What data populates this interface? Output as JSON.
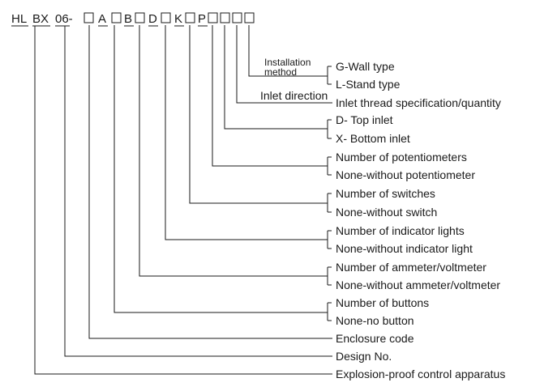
{
  "code": {
    "hl": "HL",
    "bx": "BX",
    "num": "06-",
    "a": "A",
    "b": "B",
    "d": "D",
    "k": "K",
    "p": "P"
  },
  "labels": {
    "installation_line1": "Installation",
    "installation_line2": "method",
    "wall_type": "G-Wall type",
    "stand_type": "L-Stand type",
    "inlet_direction": "Inlet direction",
    "inlet_thread": "Inlet thread specification/quantity",
    "top_inlet": "D- Top inlet",
    "bottom_inlet": "X- Bottom inlet",
    "num_potentiometers": "Number of potentiometers",
    "none_potentiometer": "None-without potentiometer",
    "num_switches": "Number of switches",
    "none_switch": "None-without switch",
    "num_indicator": "Number of indicator lights",
    "none_indicator": "None-without indicator light",
    "num_ammeter": "Number of ammeter/voltmeter",
    "none_ammeter": "None-without ammeter/voltmeter",
    "num_buttons": "Number of buttons",
    "none_button": "None-no button",
    "enclosure_code": "Enclosure code",
    "design_no": "Design No.",
    "explosion_proof": "Explosion-proof control apparatus"
  }
}
